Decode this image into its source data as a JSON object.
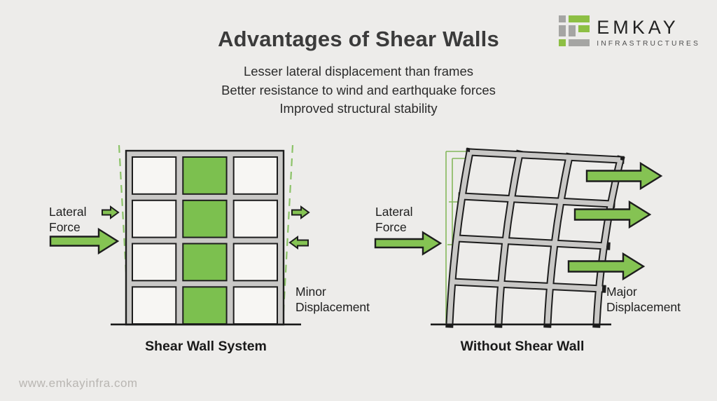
{
  "header": {
    "title": "Advantages of Shear Walls",
    "subtitle_lines": [
      "Lesser lateral displacement than frames",
      "Better resistance to wind and earthquake forces",
      "Improved structural stability"
    ]
  },
  "logo": {
    "brand": "EMKAY",
    "tagline": "INFRASTRUCTURES",
    "icon": "emkay-maze-logo-icon"
  },
  "diagrams": {
    "left": {
      "caption": "Shear Wall System",
      "force_label": "Lateral Force",
      "displacement_label": "Minor Displacement"
    },
    "right": {
      "caption": "Without Shear Wall",
      "force_label": "Lateral Force",
      "displacement_label": "Major Displacement"
    }
  },
  "footer": {
    "website": "www.emkayinfra.com"
  },
  "colors": {
    "background": "#edecea",
    "shear_wall_green": "#7cc04f",
    "arrow_green": "#85c353",
    "frame_gray": "#c9c8c6",
    "outline_dark": "#1d1d1d",
    "dashed_green": "#8cc368",
    "ghost_green": "#79b24c",
    "logo_green": "#8dbf44",
    "logo_gray": "#a5a5a3",
    "muted_text": "#b9b6b2",
    "title_text": "#3b3b3b"
  }
}
